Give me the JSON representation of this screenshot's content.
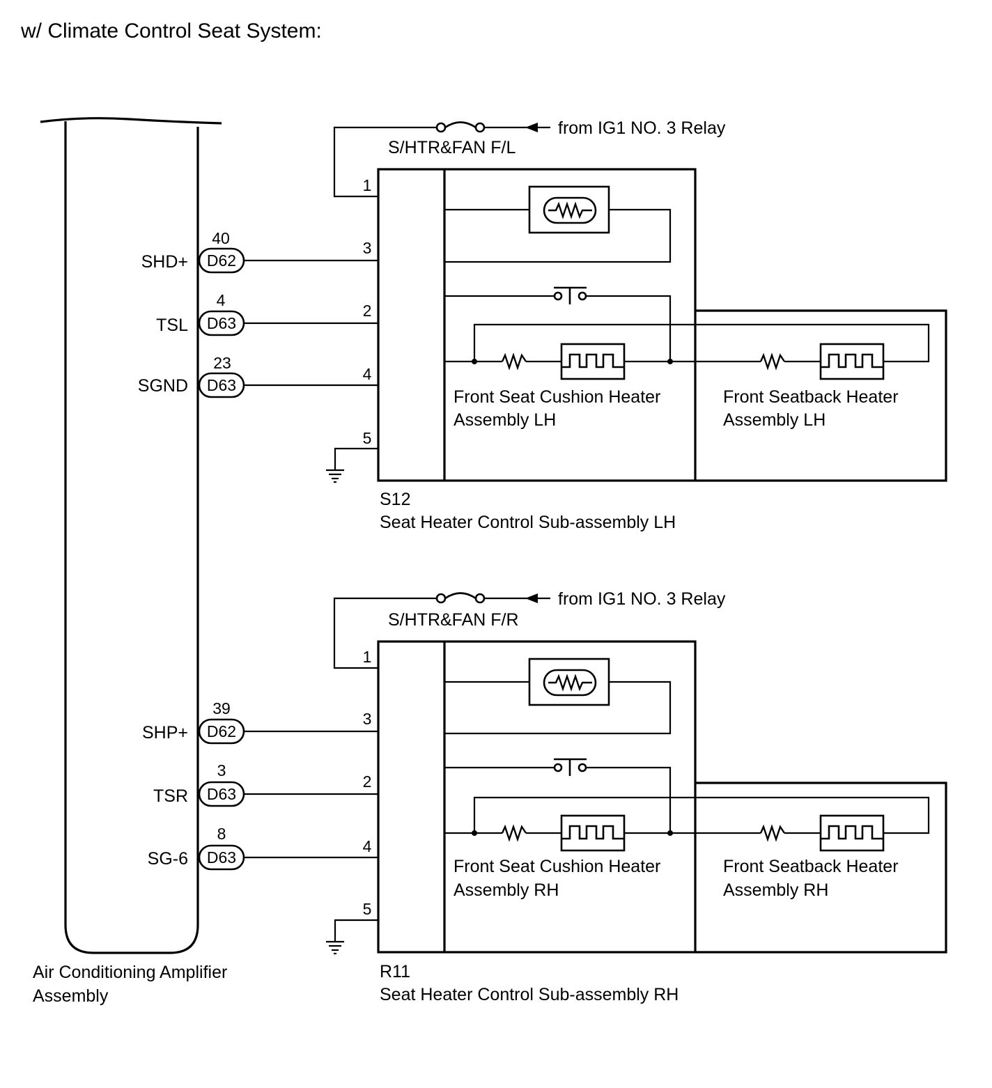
{
  "title": "w/ Climate Control Seat System:",
  "amplifier": {
    "name_line1": "Air Conditioning Amplifier",
    "name_line2": "Assembly",
    "terminals": [
      {
        "signal": "SHD+",
        "pin": "40",
        "connector": "D62"
      },
      {
        "signal": "TSL",
        "pin": "4",
        "connector": "D63"
      },
      {
        "signal": "SGND",
        "pin": "23",
        "connector": "D63"
      },
      {
        "signal": "SHP+",
        "pin": "39",
        "connector": "D62"
      },
      {
        "signal": "TSR",
        "pin": "3",
        "connector": "D63"
      },
      {
        "signal": "SG-6",
        "pin": "8",
        "connector": "D63"
      }
    ]
  },
  "lh": {
    "source": "from IG1 NO. 3 Relay",
    "fuse": "S/HTR&FAN F/L",
    "pins": [
      "1",
      "3",
      "2",
      "4",
      "5"
    ],
    "code": "S12",
    "controller": "Seat Heater Control Sub-assembly LH",
    "cushion_line1": "Front Seat Cushion Heater",
    "cushion_line2": "Assembly LH",
    "seatback_line1": "Front Seatback Heater",
    "seatback_line2": "Assembly LH"
  },
  "rh": {
    "source": "from IG1 NO. 3 Relay",
    "fuse": "S/HTR&FAN F/R",
    "pins": [
      "1",
      "3",
      "2",
      "4",
      "5"
    ],
    "code": "R11",
    "controller": "Seat Heater Control Sub-assembly RH",
    "cushion_line1": "Front Seat Cushion Heater",
    "cushion_line2": "Assembly RH",
    "seatback_line1": "Front Seatback Heater",
    "seatback_line2": "Assembly RH"
  }
}
